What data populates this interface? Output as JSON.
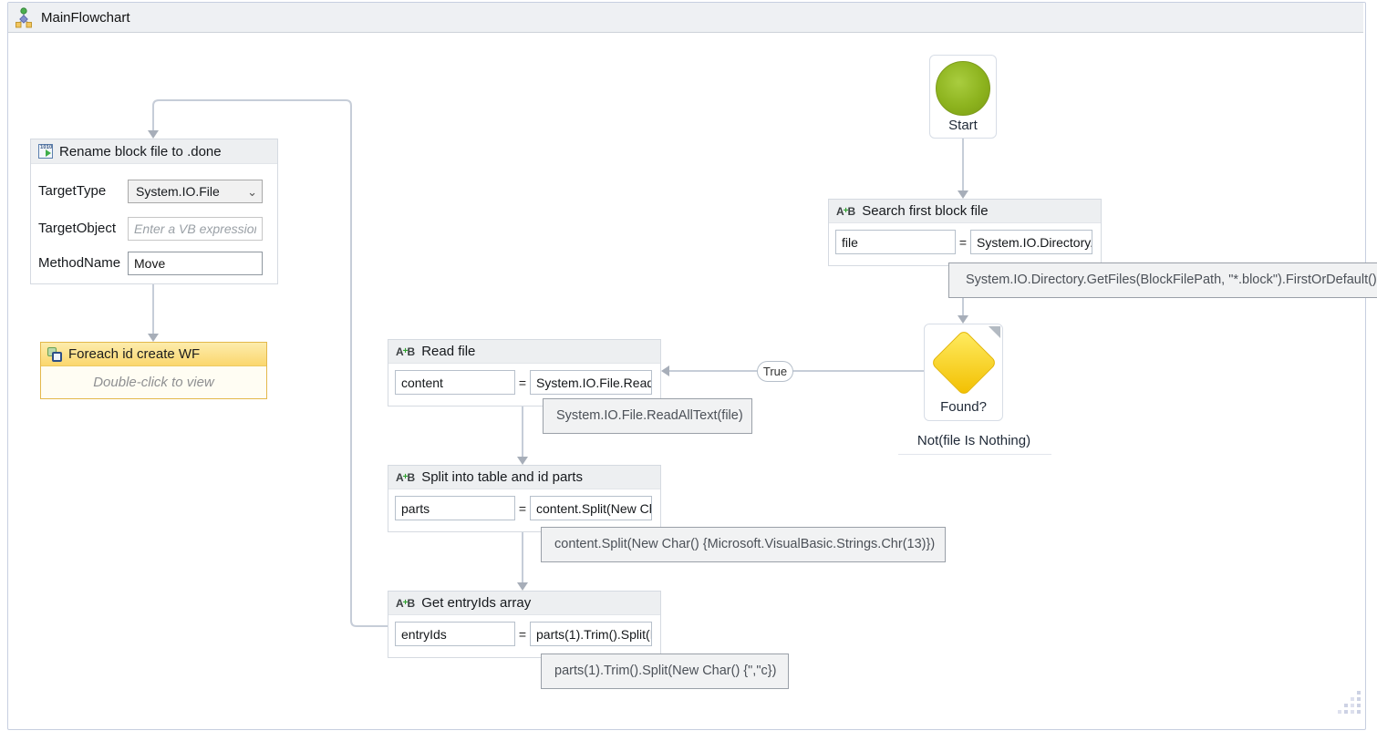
{
  "window": {
    "title": "MainFlowchart"
  },
  "ui": {
    "equals": "="
  },
  "icons": {
    "assign": {
      "a": "A",
      "plus": "+",
      "b": "B"
    },
    "invoke_method_digits": "1010",
    "dropdown_chevron": "⌄"
  },
  "colors": {
    "start_green": "#8db31e",
    "decision_yellow": "#f2bf00",
    "foreach_yellow": "#fbd76e",
    "connector_gray": "#c6cdd8",
    "header_gray": "#edeff1",
    "tooltip_gray": "#f1f2f3"
  },
  "nodes": {
    "start": {
      "label": "Start"
    },
    "search": {
      "title": "Search first block file",
      "variable": "file",
      "expression": "System.IO.Directory.GetFiles(BlockFilePath, \"*.block\").FirstOrDefault()",
      "tooltip": "System.IO.Directory.GetFiles(BlockFilePath, \"*.block\").FirstOrDefault()"
    },
    "found": {
      "label": "Found?",
      "condition": "Not(file Is Nothing)",
      "branch_true": "True"
    },
    "read": {
      "title": "Read file",
      "variable": "content",
      "expression": "System.IO.File.ReadAllText(file)",
      "tooltip": "System.IO.File.ReadAllText(file)"
    },
    "split": {
      "title": "Split into table and id parts",
      "variable": "parts",
      "expression": "content.Split(New Char() {Microsoft.VisualBasic.Strings.Chr(13)})",
      "tooltip": "content.Split(New Char() {Microsoft.VisualBasic.Strings.Chr(13)})"
    },
    "entryids": {
      "title": "Get entryIds array",
      "variable": "entryIds",
      "expression": "parts(1).Trim().Split(New Char() {\",\"c})",
      "tooltip": "parts(1).Trim().Split(New Char() {\",\"c})"
    },
    "rename": {
      "title": "Rename block file to .done",
      "rows": [
        {
          "label": "TargetType",
          "value": "System.IO.File"
        },
        {
          "label": "TargetObject",
          "placeholder": "Enter a VB expression"
        },
        {
          "label": "MethodName",
          "value": "Move"
        }
      ]
    },
    "foreach": {
      "title": "Foreach id create WF",
      "body": "Double-click to view"
    }
  }
}
